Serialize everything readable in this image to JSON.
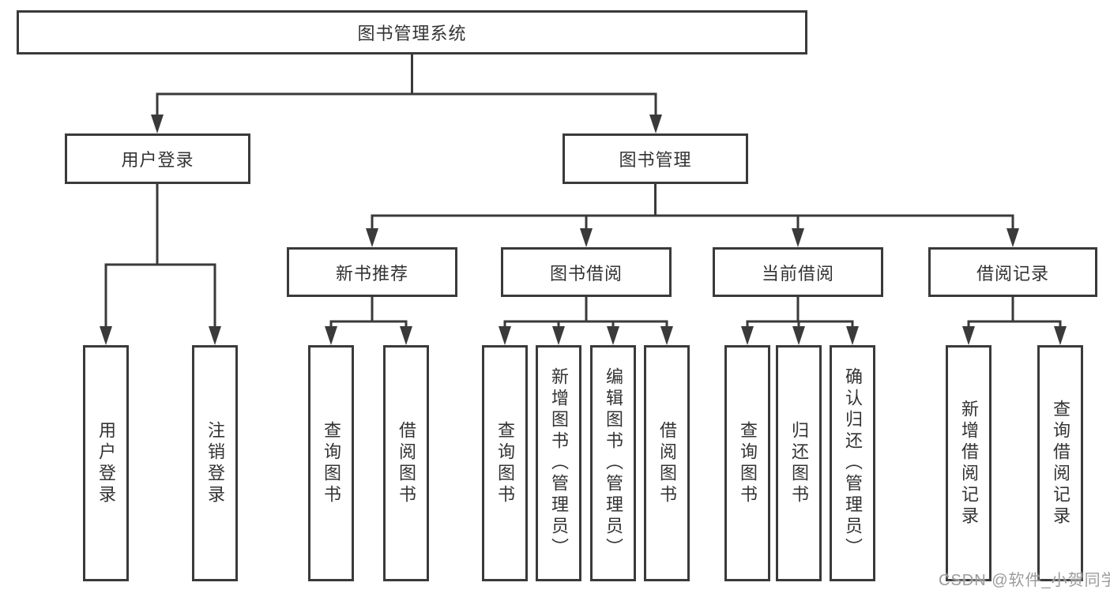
{
  "diagram": {
    "root": {
      "label": "图书管理系统"
    },
    "children": [
      {
        "label": "用户登录",
        "children": [
          {
            "label": "用户登录"
          },
          {
            "label": "注销登录"
          }
        ]
      },
      {
        "label": "图书管理",
        "children": [
          {
            "label": "新书推荐",
            "children": [
              {
                "label": "查询图书"
              },
              {
                "label": "借阅图书"
              }
            ]
          },
          {
            "label": "图书借阅",
            "children": [
              {
                "label": "查询图书"
              },
              {
                "label": "新增图书（管理员）"
              },
              {
                "label": "编辑图书（管理员）"
              },
              {
                "label": "借阅图书"
              }
            ]
          },
          {
            "label": "当前借阅",
            "children": [
              {
                "label": "查询图书"
              },
              {
                "label": "归还图书"
              },
              {
                "label": "确认归还（管理员）"
              }
            ]
          },
          {
            "label": "借阅记录",
            "children": [
              {
                "label": "新增借阅记录"
              },
              {
                "label": "查询借阅记录"
              }
            ]
          }
        ]
      }
    ]
  },
  "watermark": {
    "text": "CSDN @软件_小贺同学"
  },
  "colors": {
    "line": "#3a3a3a",
    "text": "#333333",
    "watermark": "#9c9c9c",
    "background": "#ffffff"
  }
}
